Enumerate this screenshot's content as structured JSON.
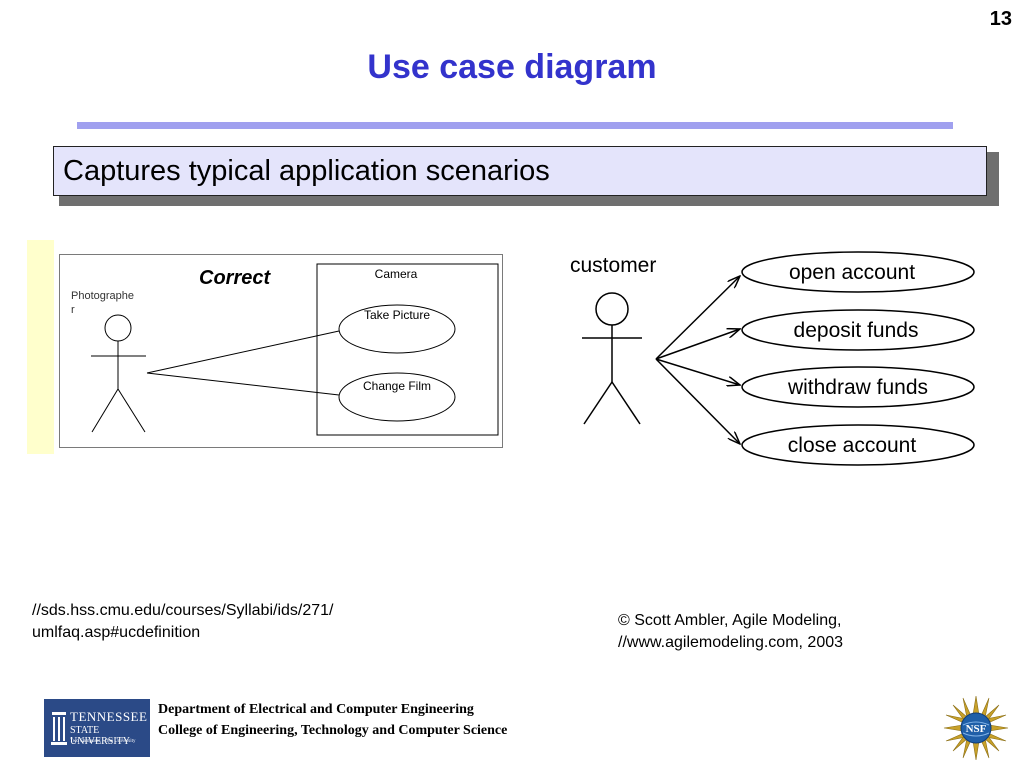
{
  "slide_number": "13",
  "title": "Use case diagram",
  "subtitle": "Captures typical application scenarios",
  "left_diagram": {
    "label": "Correct",
    "actor_label_line1": "Photographe",
    "actor_label_line2": "r",
    "system_label": "Camera",
    "use_cases": [
      "Take Picture",
      "Change Film"
    ]
  },
  "right_diagram": {
    "actor_label": "customer",
    "use_cases": [
      "open account",
      "deposit funds",
      "withdraw funds",
      "close account"
    ]
  },
  "references": {
    "left_line1": "//sds.hss.cmu.edu/courses/Syllabi/ids/271/",
    "left_line2": "umlfaq.asp#ucdefinition",
    "right_line1": "© Scott Ambler, Agile Modeling,",
    "right_line2": "//www.agilemodeling.com, 2003"
  },
  "footer": {
    "department_line1": "Department of Electrical and Computer Engineering",
    "department_line2": "College of Engineering, Technology and Computer Science",
    "university_logo_line1": "TENNESSEE",
    "university_logo_line2": "STATE UNIVERSITY",
    "university_logo_line3": "Two Campuses · One University",
    "nsf_logo_text": "NSF"
  },
  "colors": {
    "title": "#3333cc",
    "rule": "#a0a0ef",
    "subtitle_box": "#e4e4fb",
    "yellow_strip": "#ffffcc",
    "logo_blue": "#2b4a87",
    "nsf_gold": "#c8a12a",
    "nsf_blue": "#1f5fa8"
  }
}
